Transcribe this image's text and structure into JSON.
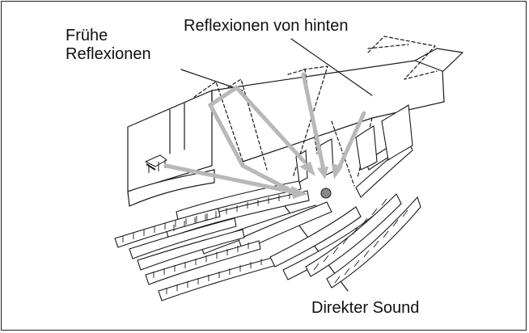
{
  "labels": {
    "early_line1": "Frühe",
    "early_line2": "Reflexionen",
    "rear_reflections": "Reflexionen von hinten",
    "direct_sound": "Direkter Sound"
  },
  "colors": {
    "arrow": "#b8b8b8",
    "line": "#1a1a1a",
    "listener": "#8a8a8a",
    "background": "#ffffff"
  }
}
